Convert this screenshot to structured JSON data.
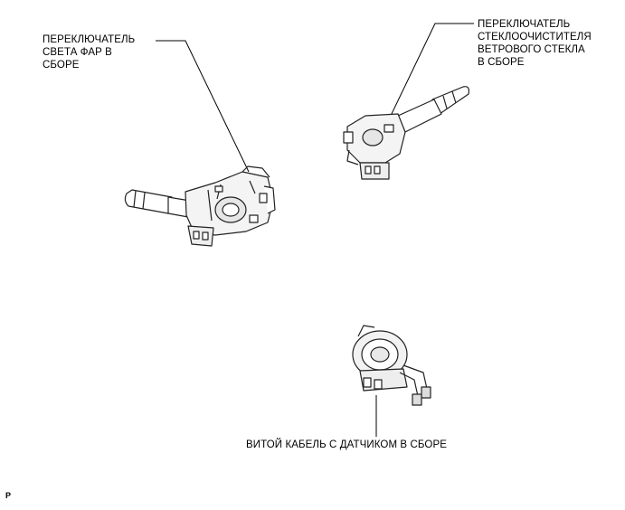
{
  "labels": {
    "headlight_switch": "ПЕРЕКЛЮЧАТЕЛЬ\nСВЕТА ФАР В\nСБОРЕ",
    "wiper_switch": "ПЕРЕКЛЮЧАТЕЛЬ\nСТЕКЛООЧИСТИТЕЛЯ\nВЕТРОВОГО СТЕКЛА\nВ СБОРЕ",
    "spiral_cable": "ВИТОЙ КАБЕЛЬ С ДАТЧИКОМ В СБОРЕ",
    "figure_ref": "P"
  }
}
